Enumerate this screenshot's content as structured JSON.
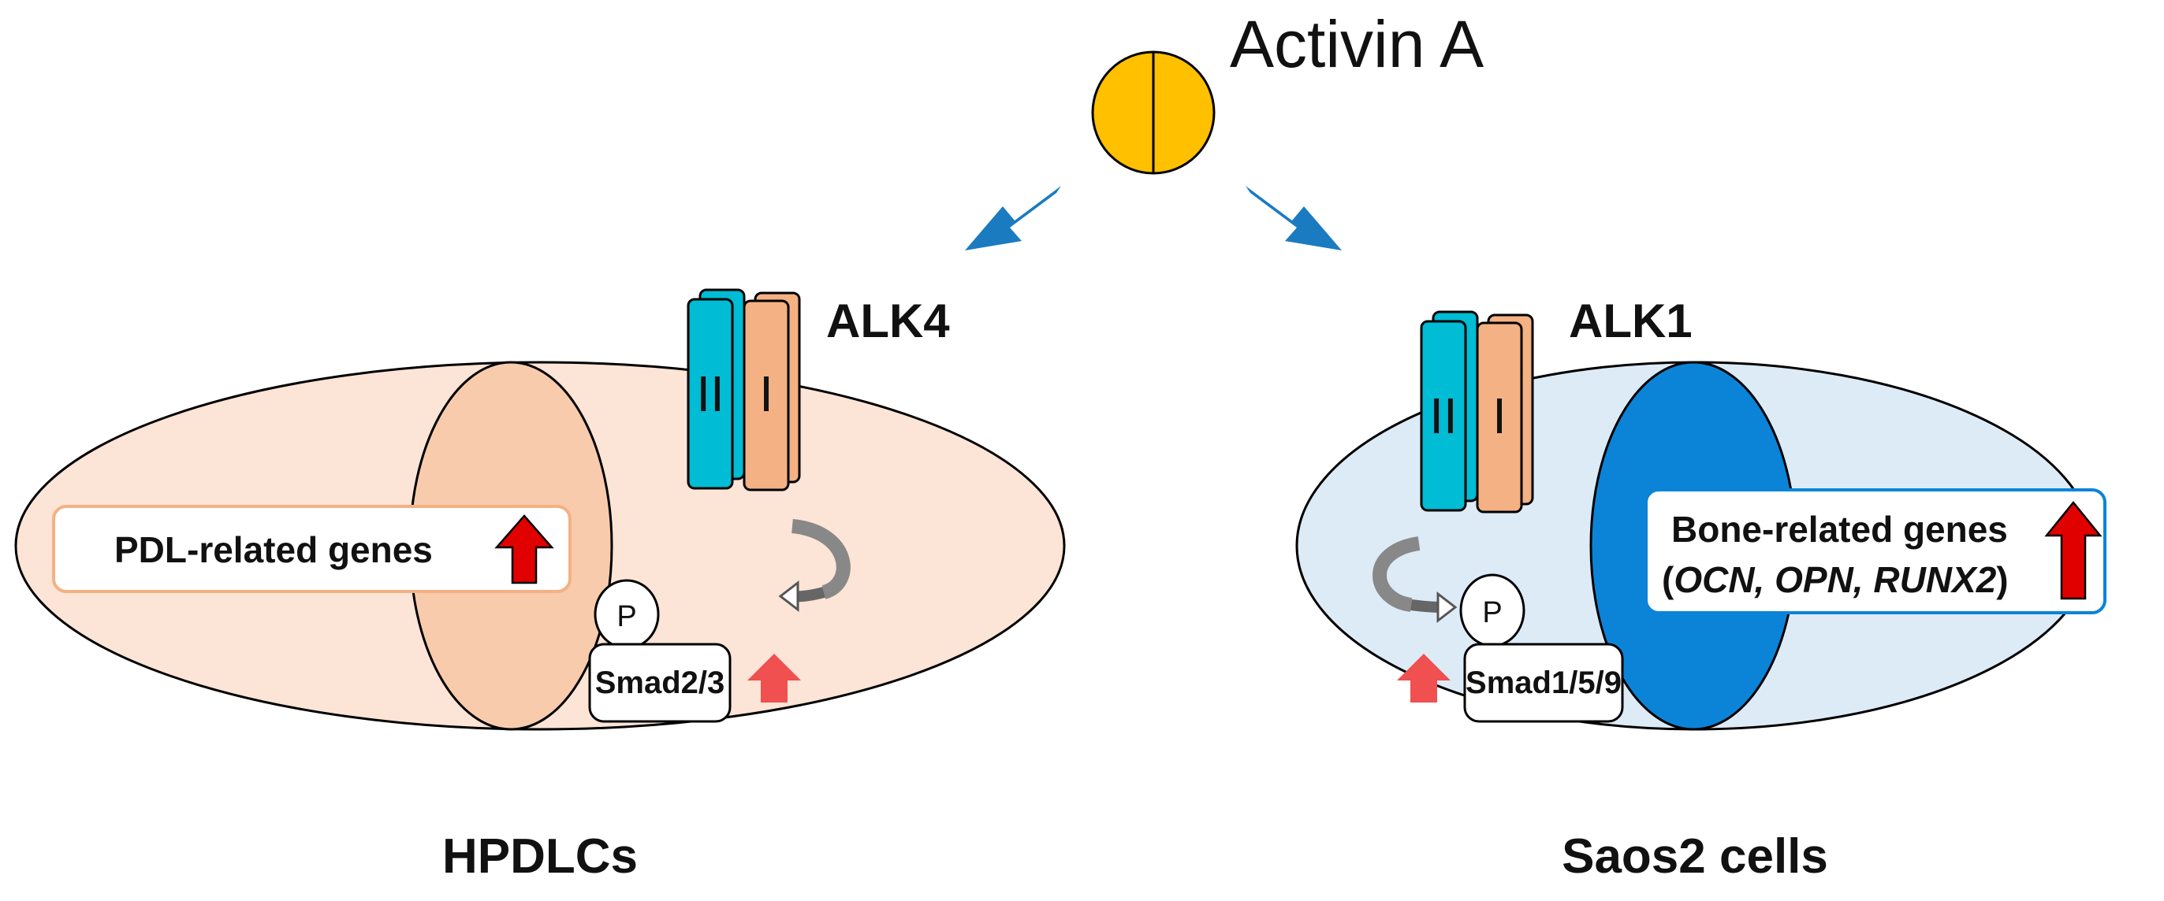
{
  "ligand": {
    "label": "Activin A",
    "color": "#FFC000"
  },
  "left_cell": {
    "cell_label": "HPDLCs",
    "receptor_label": "ALK4",
    "receptor_type2": "II",
    "receptor_type1": "I",
    "phospho_label": "P",
    "smad_label": "Smad2/3",
    "genes_label": "PDL-related genes",
    "cytoplasm_color": "#FCE4D6",
    "nucleus_color": "#F8CBAD"
  },
  "right_cell": {
    "cell_label": "Saos2 cells",
    "receptor_label": "ALK1",
    "receptor_type2": "II",
    "receptor_type1": "I",
    "phospho_label": "P",
    "smad_label": "Smad1/5/9",
    "genes_line1": "Bone-related genes",
    "genes_open": "(",
    "genes_italic": "OCN, OPN, RUNX2",
    "genes_close": ")",
    "cytoplasm_color": "#DDEBF7",
    "nucleus_color": "#0B84D8"
  },
  "colors": {
    "type2_receptor": "#00BCD4",
    "type1_receptor": "#F4B183",
    "pathway_arrow": "#1A7BC1",
    "up_arrow_strong": "#E00000",
    "up_arrow_light": "#F05050"
  }
}
